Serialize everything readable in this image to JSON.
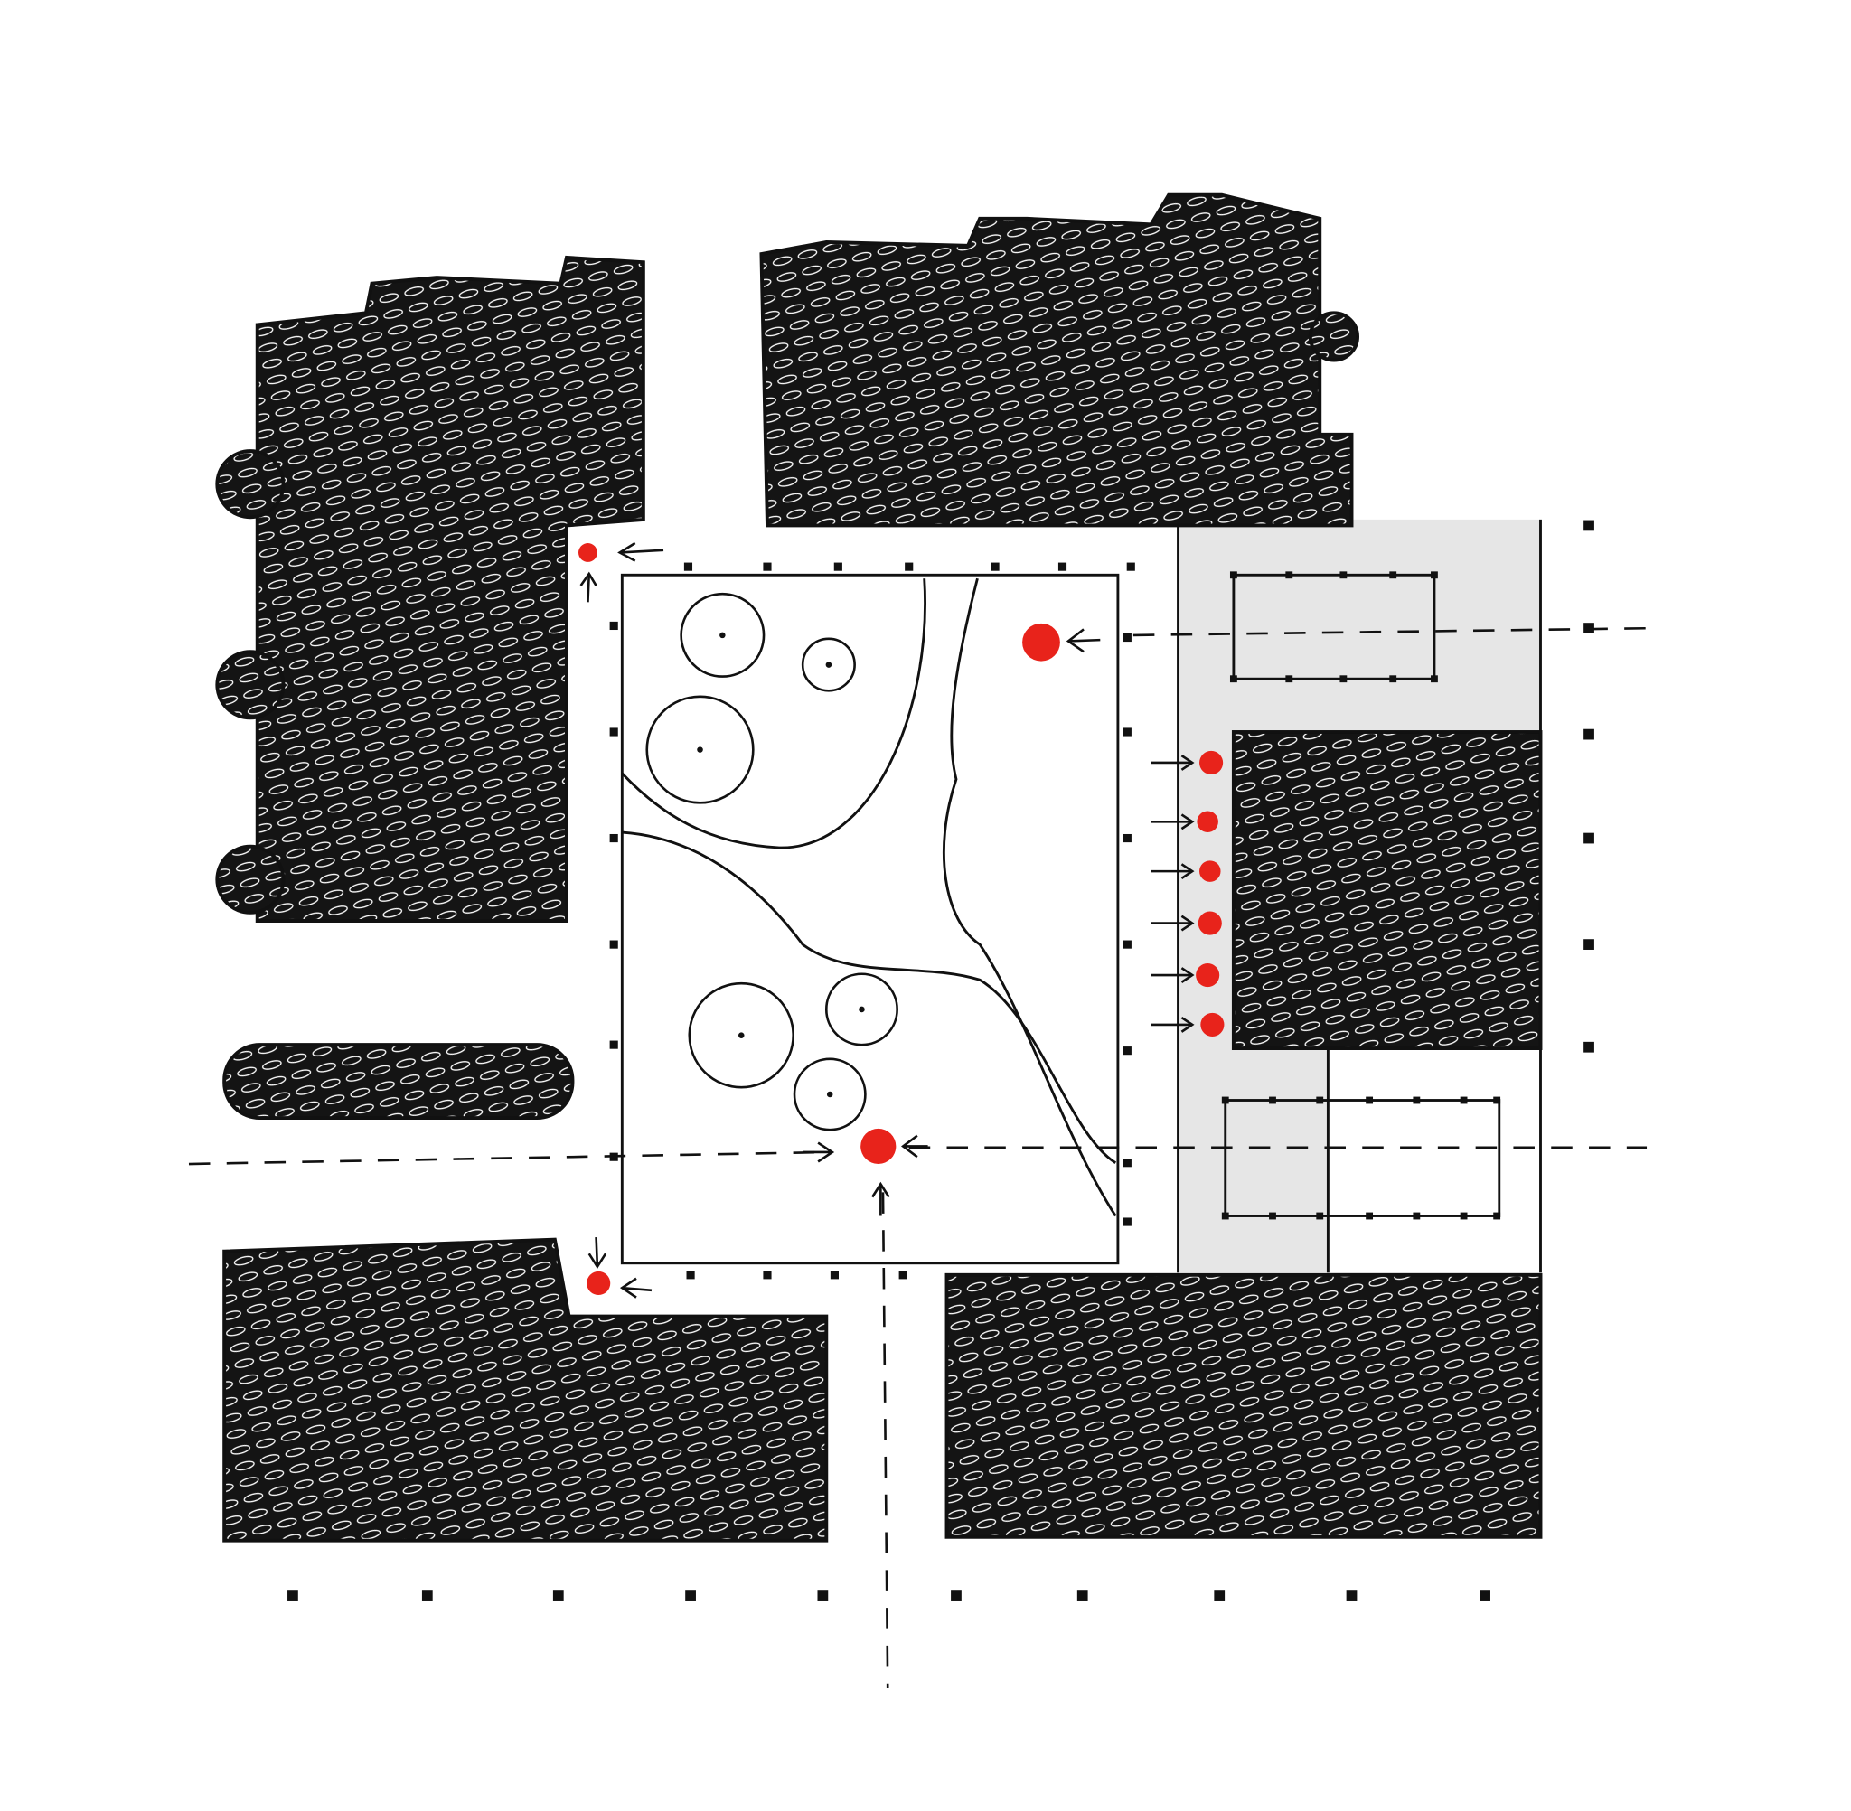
{
  "diagram": {
    "type": "site-plan-sketch",
    "colors": {
      "ink": "#111111",
      "accent": "#e8231b",
      "plaza": "#e6e6e6",
      "background": "#ffffff"
    },
    "counts": {
      "trees": 6,
      "entry_points": 10,
      "buildings": 6
    }
  }
}
